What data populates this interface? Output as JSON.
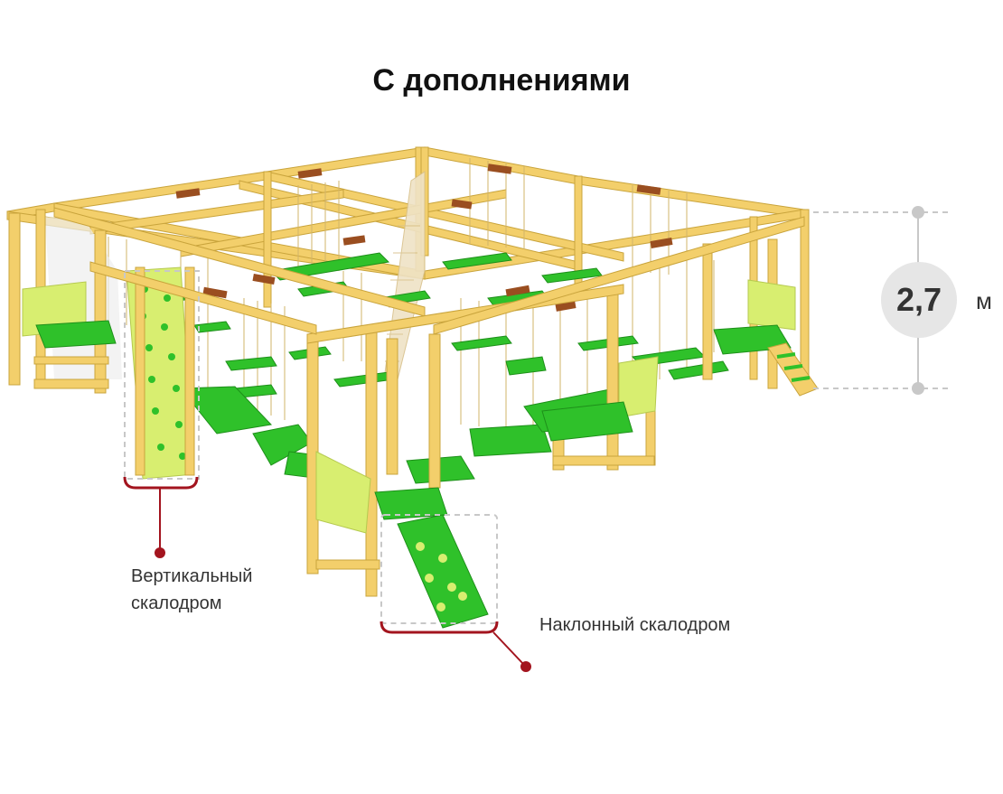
{
  "title": "С дополнениями",
  "height_dimension": {
    "value": "2,7",
    "unit": "м"
  },
  "callouts": {
    "vertical_wall": {
      "line1": "Вертикальный",
      "line2": "скалодром"
    },
    "inclined_wall": {
      "text": "Наклонный скалодром"
    }
  },
  "colors": {
    "frame_wood": "#f3cf6b",
    "frame_edge": "#c9a43c",
    "platform_green": "#2fc12a",
    "panel_light_green": "#d8ee70",
    "beam_brown": "#9a4e20",
    "callout_red": "#a3141e",
    "guide_grey": "#c8c8c8"
  }
}
